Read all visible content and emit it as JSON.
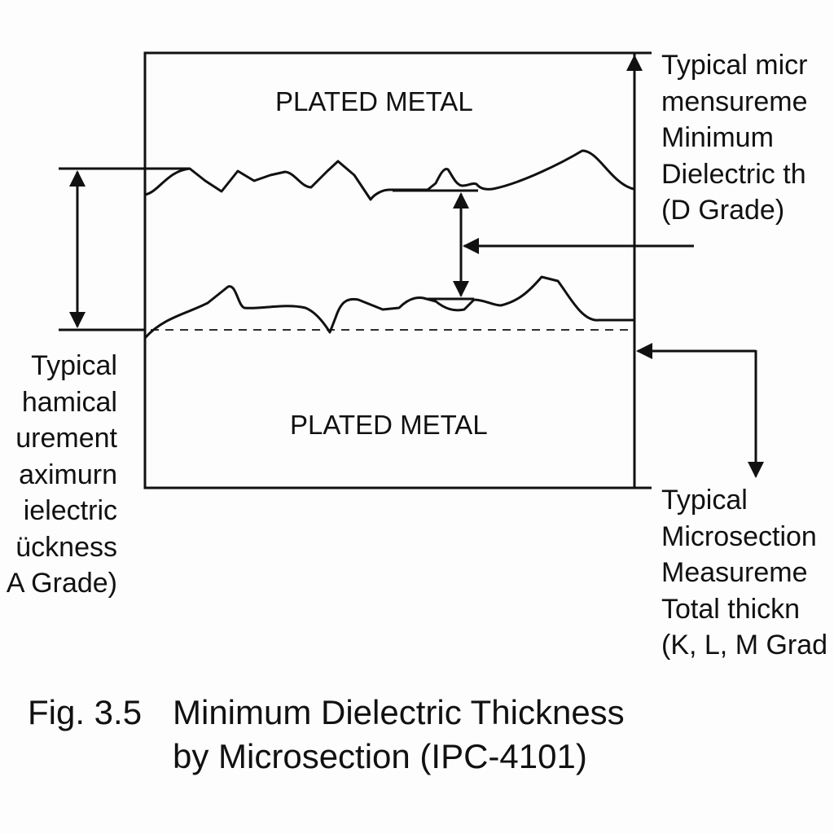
{
  "regions": {
    "top_metal": "PLATED METAL",
    "bottom_metal": "PLATED METAL"
  },
  "annotations": {
    "top_right": [
      "Typical micr",
      "mensureme",
      "Minimum",
      "Dielectric th",
      "(D Grade)"
    ],
    "left": [
      "Typical",
      "hamical",
      "urement",
      "aximurn",
      "ielectric",
      "ückness",
      "A Grade)"
    ],
    "bottom_right": [
      "Typical",
      "Microsection",
      "Measureme",
      "Total thickn",
      "(K, L, M Grad"
    ]
  },
  "caption": {
    "line1_prefix": "Fig. 3.5",
    "line1_text": "Minimum Dielectric Thickness",
    "line2_text": "by Microsection (IPC-4101)"
  }
}
